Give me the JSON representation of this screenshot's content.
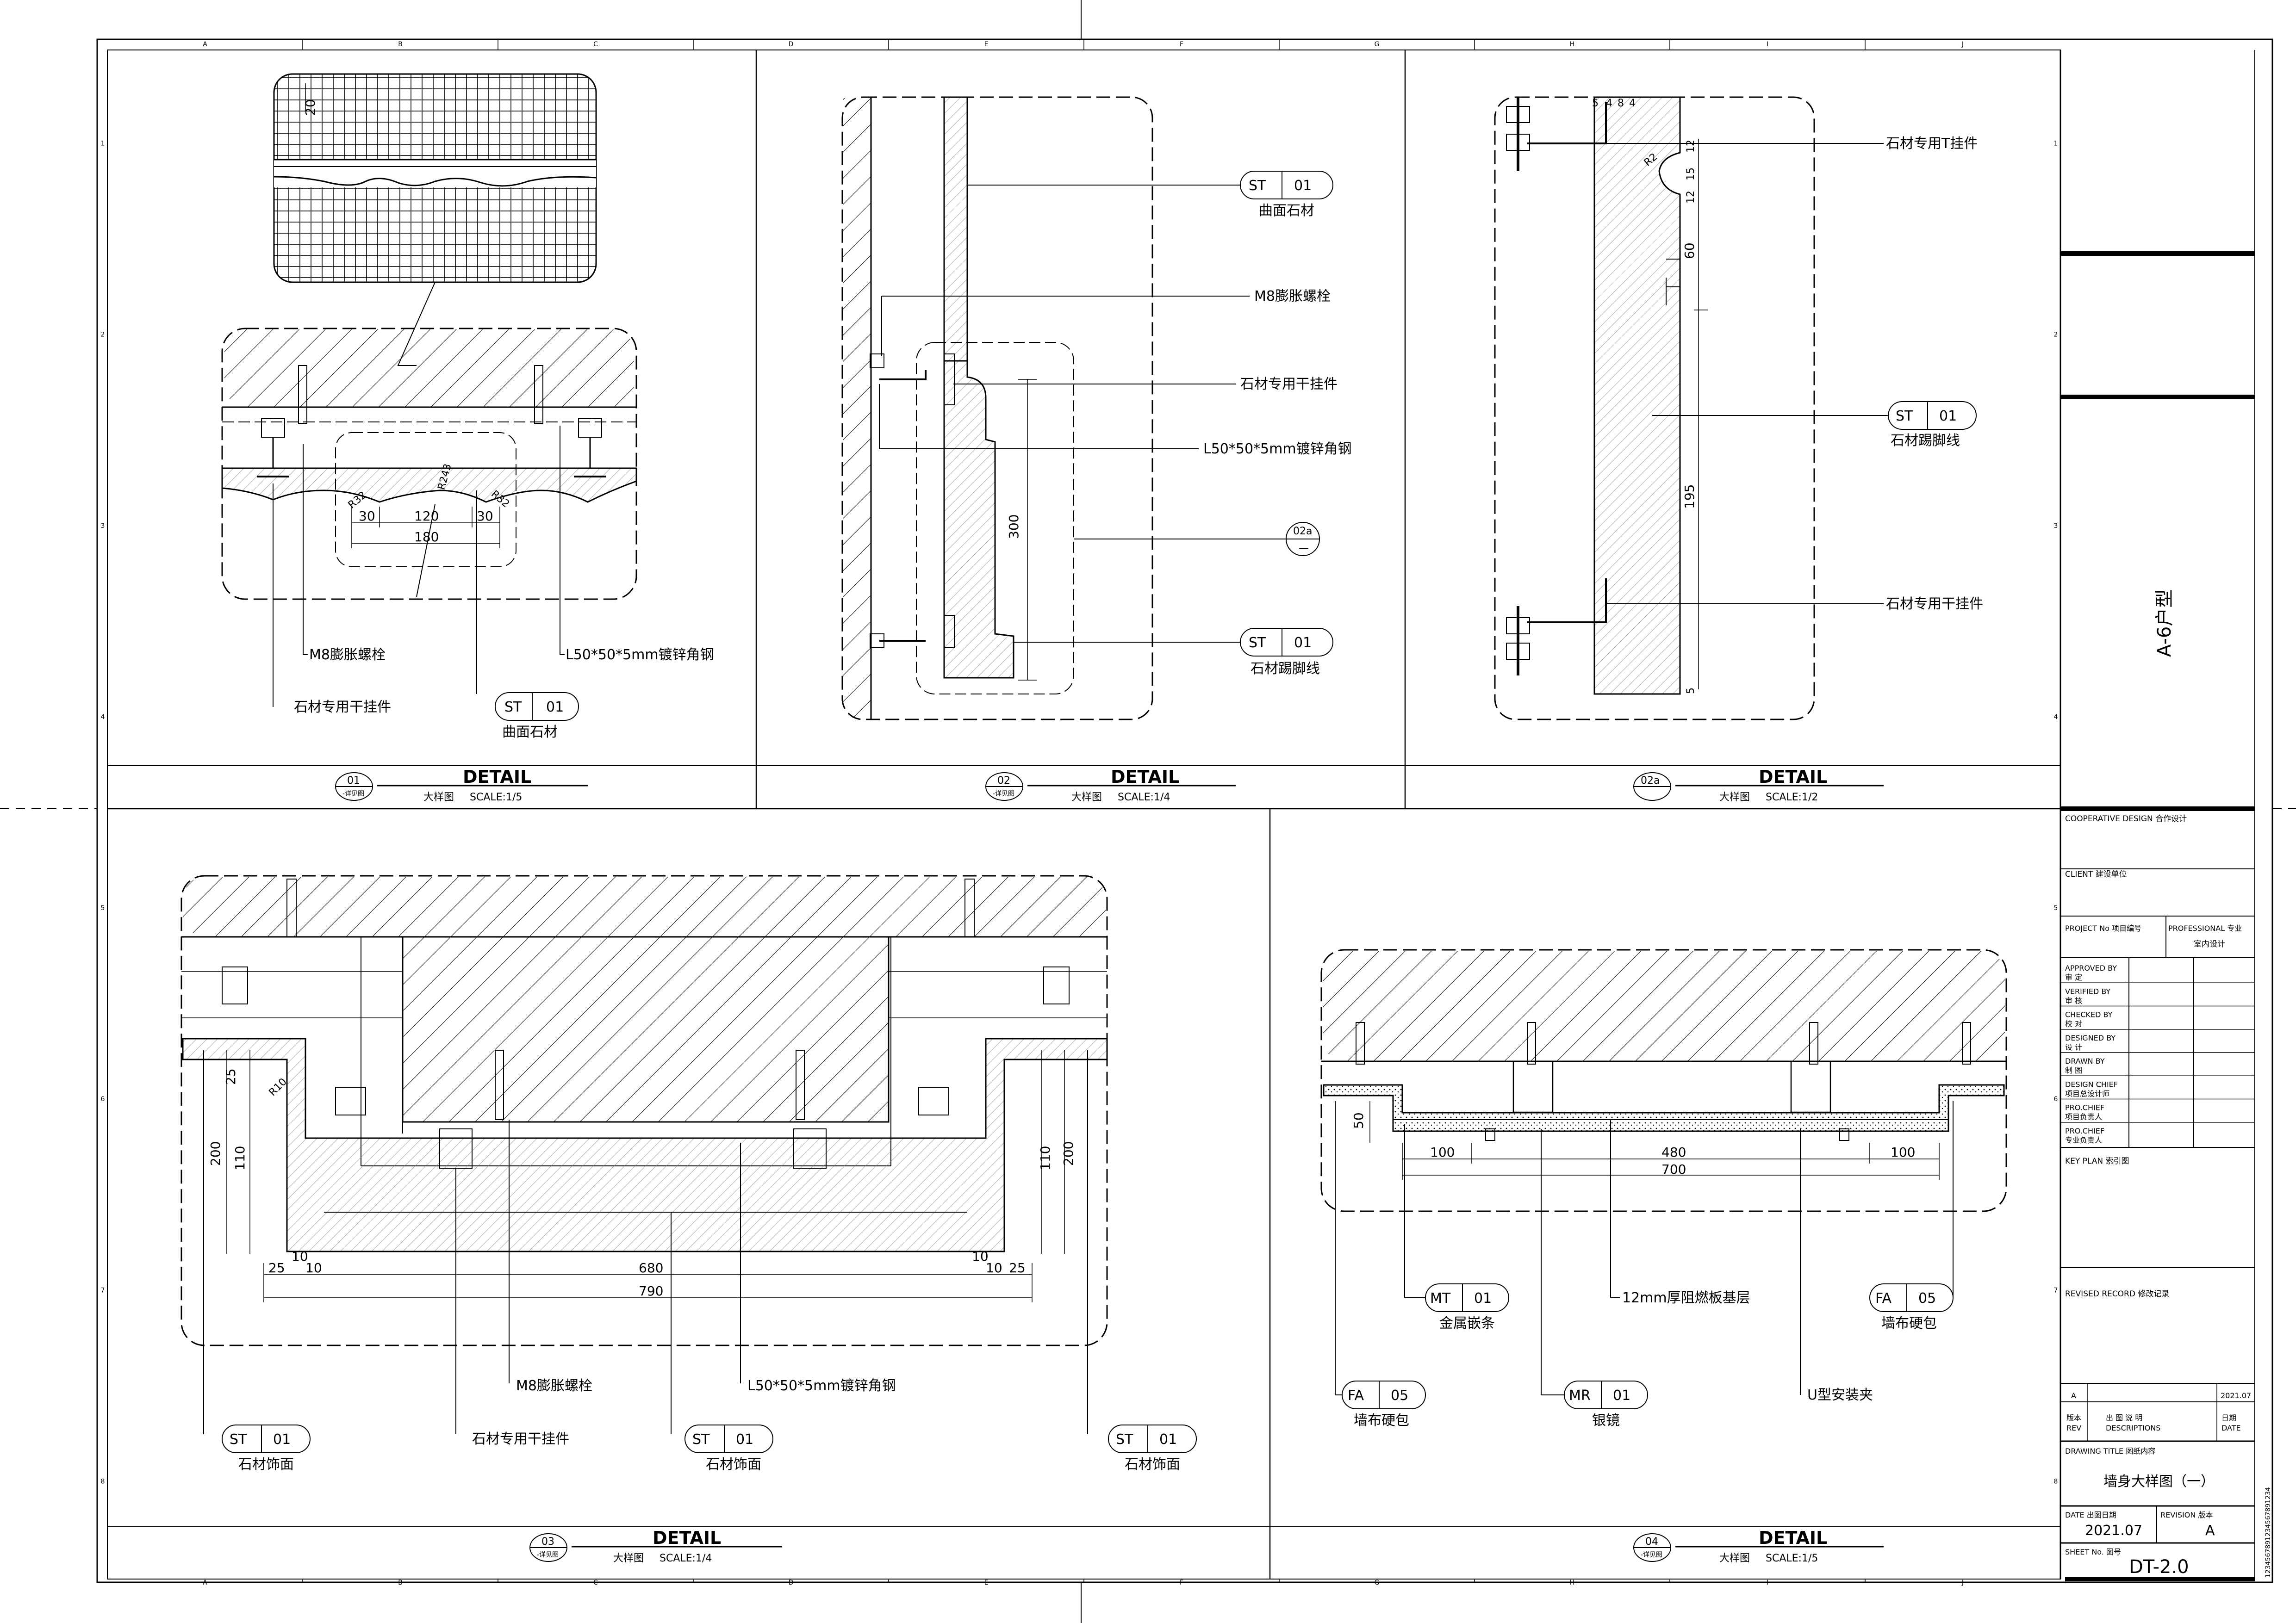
{
  "grid": {
    "columns": [
      "A",
      "B",
      "C",
      "D",
      "E",
      "F",
      "G",
      "H",
      "I",
      "J"
    ],
    "rows": [
      "1",
      "2",
      "3",
      "4",
      "5",
      "6",
      "7",
      "8"
    ]
  },
  "unit_type": "A-6户型",
  "details": [
    {
      "id": "01",
      "tag_sub": "-详见图",
      "title": "DETAIL",
      "subtitle": "大样图",
      "scale": "SCALE:1/5",
      "labels": {
        "bolt": "M8膨胀螺栓",
        "angle": "L50*50*5mm镀锌角钢",
        "hanger": "石材专用干挂件",
        "callout_text": "曲面石材"
      },
      "callout": {
        "code": "ST",
        "num": "01"
      },
      "dims": {
        "d1": "20",
        "d2": "30",
        "d3": "120",
        "d4": "30",
        "d5": "180",
        "r1": "R243",
        "r2": "R32",
        "r3": "R32"
      }
    },
    {
      "id": "02",
      "tag_sub": "-详见图",
      "title": "DETAIL",
      "subtitle": "大样图",
      "scale": "SCALE:1/4",
      "labels": {
        "curved": "曲面石材",
        "bolt": "M8膨胀螺栓",
        "hanger": "石材专用干挂件",
        "angle": "L50*50*5mm镀锌角钢",
        "skirting": "石材踢脚线"
      },
      "callouts": [
        {
          "code": "ST",
          "num": "01"
        },
        {
          "code": "ST",
          "num": "01"
        }
      ],
      "ref_tag": {
        "num": "02a",
        "sub": "—"
      },
      "dims": {
        "h": "300"
      }
    },
    {
      "id": "02a",
      "tag_sub": "",
      "title": "DETAIL",
      "subtitle": "大样图",
      "scale": "SCALE:1/2",
      "labels": {
        "hanger_top": "石材专用T挂件",
        "skirting": "石材踢脚线",
        "hanger_bottom": "石材专用干挂件"
      },
      "callout": {
        "code": "ST",
        "num": "01"
      },
      "dims": {
        "a": "5",
        "b": "4",
        "c": "8",
        "d": "4",
        "e": "12",
        "f": "15",
        "g": "12",
        "h": "60",
        "i": "195",
        "j": "5",
        "r": "R2"
      }
    },
    {
      "id": "03",
      "tag_sub": "-详见图",
      "title": "DETAIL",
      "subtitle": "大样图",
      "scale": "SCALE:1/4",
      "labels": {
        "bolt": "M8膨胀螺栓",
        "angle": "L50*50*5mm镀锌角钢",
        "hanger": "石材专用干挂件",
        "stone1": "石材饰面",
        "stone2": "石材饰面",
        "stone3": "石材饰面"
      },
      "callouts": [
        {
          "code": "ST",
          "num": "01"
        },
        {
          "code": "ST",
          "num": "01"
        },
        {
          "code": "ST",
          "num": "01"
        }
      ],
      "dims": {
        "l25": "25",
        "l110": "110",
        "l200": "200",
        "r110": "110",
        "r200": "200",
        "w10a": "10",
        "w10b": "10",
        "w25a": "25",
        "w10c": "10",
        "w10d": "10",
        "w25b": "25",
        "w680": "680",
        "w790": "790",
        "r10": "R10"
      }
    },
    {
      "id": "04",
      "tag_sub": "-详见图",
      "title": "DETAIL",
      "subtitle": "大样图",
      "scale": "SCALE:1/5",
      "labels": {
        "metal": "金属嵌条",
        "board": "12mm厚阻燃板基层",
        "fabric_right": "墙布硬包",
        "fabric_left": "墙布硬包",
        "mirror": "银镜",
        "clip": "U型安装夹"
      },
      "callouts": [
        {
          "code": "MT",
          "num": "01"
        },
        {
          "code": "FA",
          "num": "05"
        },
        {
          "code": "FA",
          "num": "05"
        },
        {
          "code": "MR",
          "num": "01"
        }
      ],
      "dims": {
        "h50": "50",
        "w100a": "100",
        "w480": "480",
        "w100b": "100",
        "w700": "700"
      }
    }
  ],
  "title_block": {
    "cooperative": "COOPERATIVE DESIGN 合作设计",
    "client": "CLIENT 建设单位",
    "project_no": "PROJECT No 项目编号",
    "professional": "PROFESSIONAL 专业",
    "professional_value": "室内设计",
    "signoffs": [
      {
        "en": "APPROVED BY",
        "cn": "审 定"
      },
      {
        "en": "VERIFIED BY",
        "cn": "审 核"
      },
      {
        "en": "CHECKED BY",
        "cn": "校 对"
      },
      {
        "en": "DESIGNED BY",
        "cn": "设 计"
      },
      {
        "en": "DRAWN BY",
        "cn": "制 图"
      },
      {
        "en": "DESIGN CHIEF",
        "cn": "项目总设计师"
      },
      {
        "en": "PRO.CHIEF",
        "cn": "项目负责人"
      },
      {
        "en": "PRO.CHIEF",
        "cn": "专业负责人"
      }
    ],
    "key_plan": "KEY PLAN 索引图",
    "revised_record": "REVISED RECORD 修改记录",
    "rev_row": {
      "rev": "A",
      "date": "2021.07"
    },
    "rev_header": {
      "rev_cn": "版本",
      "rev_en": "REV",
      "desc_cn": "出 图 说 明",
      "desc_en": "DESCRIPTIONS",
      "date_cn": "日期",
      "date_en": "DATE"
    },
    "drawing_title_label": "DRAWING TITLE 图纸内容",
    "drawing_title": "墙身大样图（一）",
    "date_label": "DATE 出图日期",
    "date": "2021.07",
    "revision_label": "REVISION 版本",
    "revision": "A",
    "sheet_label": "SHEET No. 图号",
    "sheet_no": "DT-2.0",
    "side_code": "1234567891234567891234"
  }
}
